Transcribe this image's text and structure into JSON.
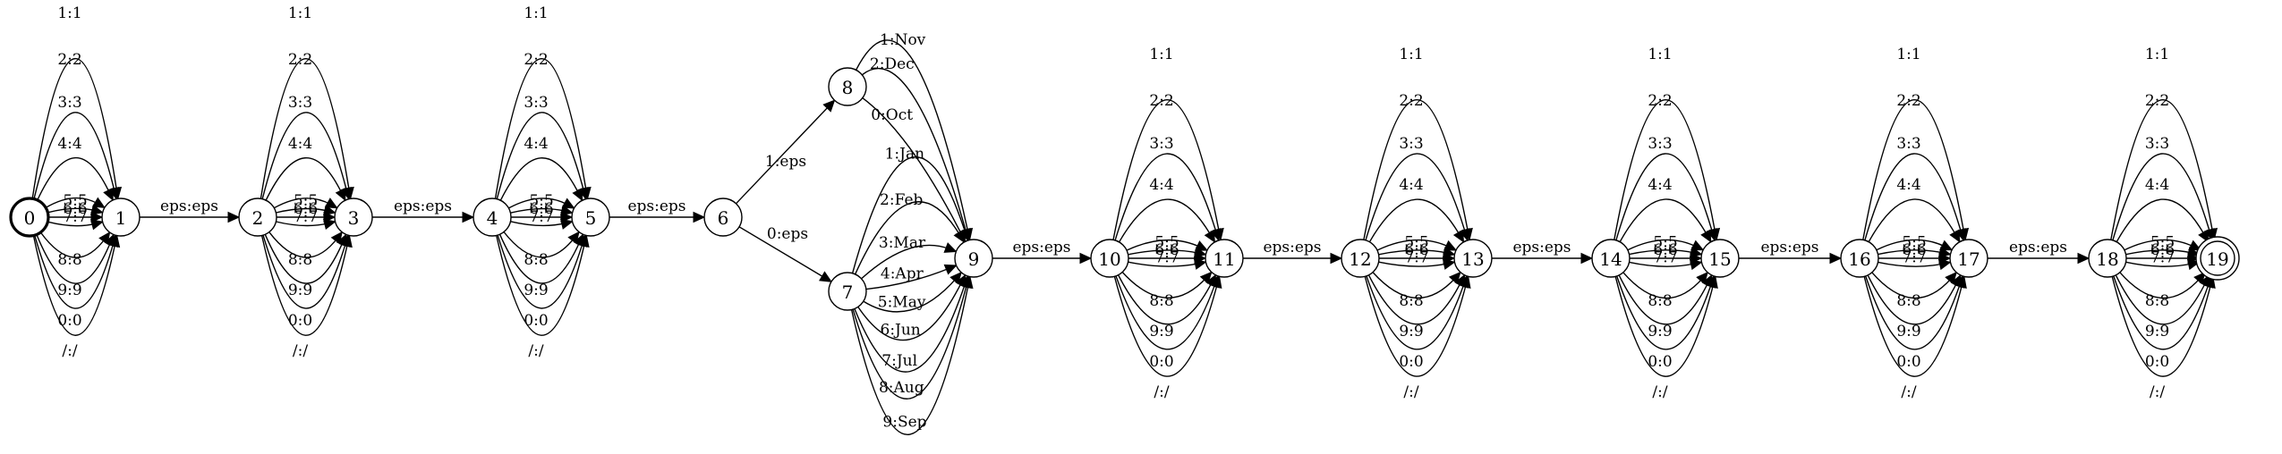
{
  "diagram": {
    "digit_labels": [
      "1:1",
      "2:2",
      "3:3",
      "4:4",
      "5:5",
      "6:6",
      "7:7",
      "8:8",
      "9:9",
      "0:0",
      "/:/"
    ],
    "nodes": [
      {
        "id": "0",
        "start": true
      },
      {
        "id": "1"
      },
      {
        "id": "2"
      },
      {
        "id": "3"
      },
      {
        "id": "4"
      },
      {
        "id": "5"
      },
      {
        "id": "6"
      },
      {
        "id": "7"
      },
      {
        "id": "8"
      },
      {
        "id": "9"
      },
      {
        "id": "10"
      },
      {
        "id": "11"
      },
      {
        "id": "12"
      },
      {
        "id": "13"
      },
      {
        "id": "14"
      },
      {
        "id": "15"
      },
      {
        "id": "16"
      },
      {
        "id": "17"
      },
      {
        "id": "18"
      },
      {
        "id": "19",
        "final": true
      }
    ],
    "digit_groups": [
      {
        "from": "0",
        "to": "1"
      },
      {
        "from": "2",
        "to": "3"
      },
      {
        "from": "4",
        "to": "5"
      },
      {
        "from": "10",
        "to": "11"
      },
      {
        "from": "12",
        "to": "13"
      },
      {
        "from": "14",
        "to": "15"
      },
      {
        "from": "16",
        "to": "17"
      },
      {
        "from": "18",
        "to": "19"
      }
    ],
    "eps_edges": [
      {
        "from": "1",
        "to": "2",
        "label": "eps:eps"
      },
      {
        "from": "3",
        "to": "4",
        "label": "eps:eps"
      },
      {
        "from": "5",
        "to": "6",
        "label": "eps:eps"
      },
      {
        "from": "9",
        "to": "10",
        "label": "eps:eps"
      },
      {
        "from": "11",
        "to": "12",
        "label": "eps:eps"
      },
      {
        "from": "13",
        "to": "14",
        "label": "eps:eps"
      },
      {
        "from": "15",
        "to": "16",
        "label": "eps:eps"
      },
      {
        "from": "17",
        "to": "18",
        "label": "eps:eps"
      }
    ],
    "branch_edges": [
      {
        "from": "6",
        "to": "8",
        "label": "1:eps"
      },
      {
        "from": "6",
        "to": "7",
        "label": "0:eps"
      }
    ],
    "month_edges": [
      {
        "from": "8",
        "to": "9",
        "label": "1:Nov"
      },
      {
        "from": "8",
        "to": "9",
        "label": "2:Dec"
      },
      {
        "from": "8",
        "to": "9",
        "label": "0:Oct"
      },
      {
        "from": "7",
        "to": "9",
        "label": "1:Jan"
      },
      {
        "from": "7",
        "to": "9",
        "label": "2:Feb"
      },
      {
        "from": "7",
        "to": "9",
        "label": "3:Mar"
      },
      {
        "from": "7",
        "to": "9",
        "label": "4:Apr"
      },
      {
        "from": "7",
        "to": "9",
        "label": "5:May"
      },
      {
        "from": "7",
        "to": "9",
        "label": "6:Jun"
      },
      {
        "from": "7",
        "to": "9",
        "label": "7:Jul"
      },
      {
        "from": "7",
        "to": "9",
        "label": "8:Aug"
      },
      {
        "from": "7",
        "to": "9",
        "label": "9:Sep"
      }
    ]
  }
}
